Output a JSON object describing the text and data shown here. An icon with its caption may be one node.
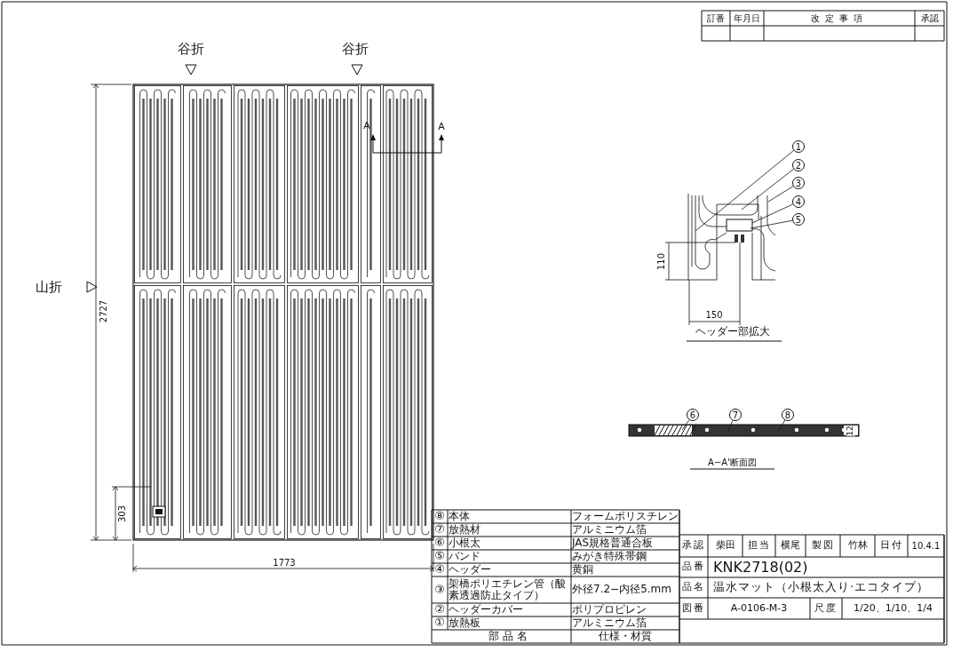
{
  "diagram": {
    "nodes": [
      {
        "text": [
          "1"
        ]
      },
      {
        "text": [
          "2"
        ]
      },
      {
        "text": [
          "3"
        ]
      },
      {
        "text": [
          "4"
        ]
      },
      {
        "text": [
          "5"
        ]
      },
      {
        "text": [
          "6"
        ]
      },
      {
        "text": [
          "7"
        ]
      },
      {
        "text": [
          "8"
        ]
      }
    ],
    "edges": [
      {
        "from": 0,
        "to": null,
        "arrow": "none"
      },
      {
        "from": 1,
        "to": null,
        "arrow": "none"
      },
      {
        "from": 2,
        "to": null,
        "arrow": "none"
      },
      {
        "from": 3,
        "to": null,
        "arrow": "none"
      },
      {
        "from": 4,
        "to": null,
        "arrow": "none"
      },
      {
        "from": 5,
        "to": null,
        "arrow": "none"
      },
      {
        "from": 6,
        "to": null,
        "arrow": "none"
      },
      {
        "from": 7,
        "to": null,
        "arrow": "none"
      }
    ],
    "labels": [
      "谷折",
      "谷折",
      "山折",
      "A",
      "A",
      "2727",
      "303",
      "1773",
      "110",
      "150",
      "ヘッダー部拡大",
      "12",
      "A−A'断面図",
      "訂番",
      "年月日",
      "改定事項",
      "承認",
      "⑧",
      "本体",
      "フォームポリスチレン",
      "⑦",
      "放熱材",
      "アルミニウム箔",
      "⑥",
      "小根太",
      "JAS規格普通合板",
      "⑤",
      "バンド",
      "みがき特殊帯鋼",
      "④",
      "ヘッダー",
      "黄銅",
      "③",
      "架橋ポリエチレン管（酸素透過防止タイプ）",
      "外径7.2−内径5.mm",
      "②",
      "ヘッダーカバー",
      "ポリプロピレン",
      "①",
      "放熱板",
      "アルミニウム箔",
      "部品名",
      "仕様・材質",
      "承認",
      "柴田",
      "担当",
      "横尾",
      "製図",
      "竹林",
      "日付",
      "10.4.1",
      "品番",
      "KNK2718(02)",
      "品名",
      "温水マット（小根太入り·エコタイプ）",
      "図番",
      "A-0106-M-3",
      "尺度",
      "1/20、1/10、1/4"
    ]
  }
}
